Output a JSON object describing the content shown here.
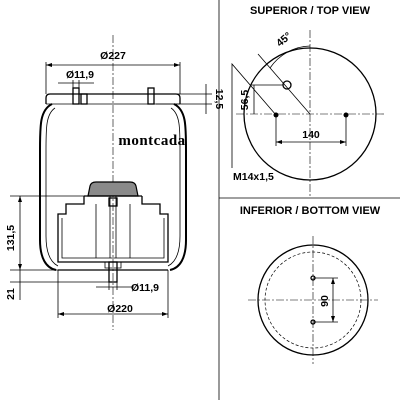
{
  "brand": "montcada",
  "views": {
    "top_title": "SUPERIOR / TOP VIEW",
    "bottom_title": "INFERIOR / BOTTOM VIEW"
  },
  "dimensions": {
    "top_plate_diameter": "Ø227",
    "stud_diameter_top": "Ø11,9",
    "plate_height": "12,5",
    "body_height": "131,5",
    "base_height": "21",
    "stud_diameter_bottom": "Ø11,9",
    "piston_diameter": "Ø220",
    "top_angle": "45°",
    "top_offset": "56,5",
    "top_spacing": "140",
    "thread": "M14x1,5",
    "bottom_spacing": "90"
  },
  "colors": {
    "line": "#000000",
    "piston_fill": "#8a8a8a",
    "background": "#ffffff"
  }
}
